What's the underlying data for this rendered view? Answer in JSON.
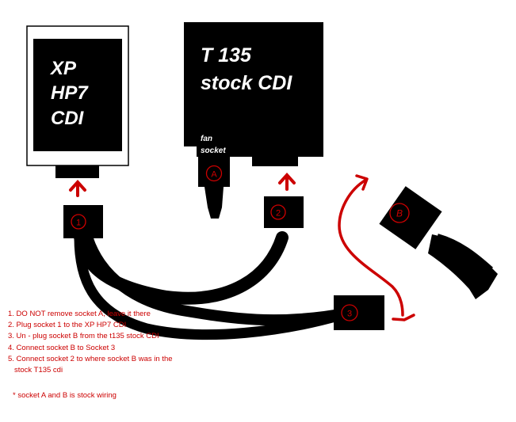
{
  "xp_cdi": {
    "line1": "XP",
    "line2": "HP7",
    "line3": "CDI"
  },
  "stock_cdi": {
    "line1": "T 135",
    "line2": "stock CDI",
    "fan_line1": "fan",
    "fan_line2": "socket"
  },
  "sockets": {
    "a": "A",
    "b": "B",
    "one": "1",
    "two": "2",
    "three": "3"
  },
  "instructions": [
    "1. DO NOT remove socket A, leave it there",
    "2. Plug socket 1 to the XP HP7 CDI",
    "3. Un - plug socket B from the t135 stock CDI",
    "4. Connect socket B to Socket 3",
    "5. Connect socket 2 to where socket B was in the",
    "stock T135 cdi"
  ],
  "footnote": "* socket A and B is stock wiring",
  "colors": {
    "ink": "#000000",
    "arrow": "#cc0000",
    "label_circle": "#cc0000",
    "text": "#cc0000",
    "background": "#ffffff"
  }
}
